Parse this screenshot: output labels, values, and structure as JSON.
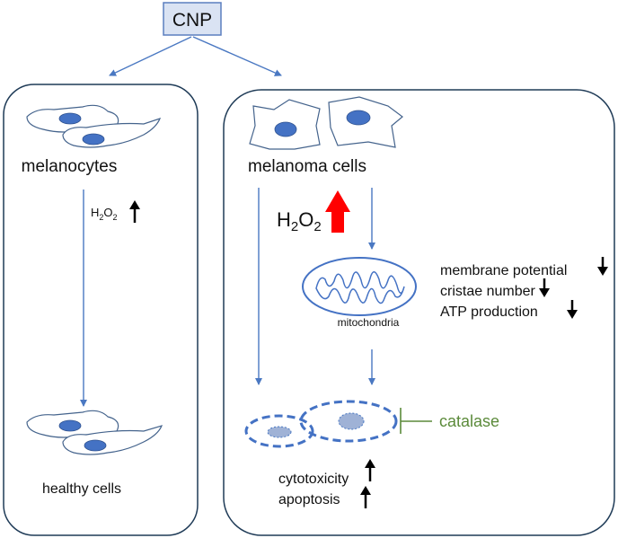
{
  "colors": {
    "box_stroke": "#1f3b57",
    "arrow": "#4a78c2",
    "cell_outline": "#44638c",
    "nucleus": "#4472c4",
    "red_arrow": "#ff0000",
    "catalase": "#5b8a3a",
    "cnp_fill": "#dae3f3",
    "cnp_stroke": "#5b7fbf"
  },
  "cnp": {
    "label": "CNP"
  },
  "left_panel": {
    "top_label": "melanocytes",
    "h2o2_base": "H",
    "h2o2_sub1": "2",
    "h2o2_mid": "O",
    "h2o2_sub2": "2",
    "bottom_label": "healthy cells"
  },
  "right_panel": {
    "top_label": "melanoma cells",
    "h2o2_base": "H",
    "h2o2_sub1": "2",
    "h2o2_mid": "O",
    "h2o2_sub2": "2",
    "mito_label": "mitochondria",
    "effects": [
      "membrane potential",
      "cristae number",
      "ATP production"
    ],
    "outcomes": [
      "cytotoxicity",
      "apoptosis"
    ],
    "inhibitor": "catalase"
  }
}
